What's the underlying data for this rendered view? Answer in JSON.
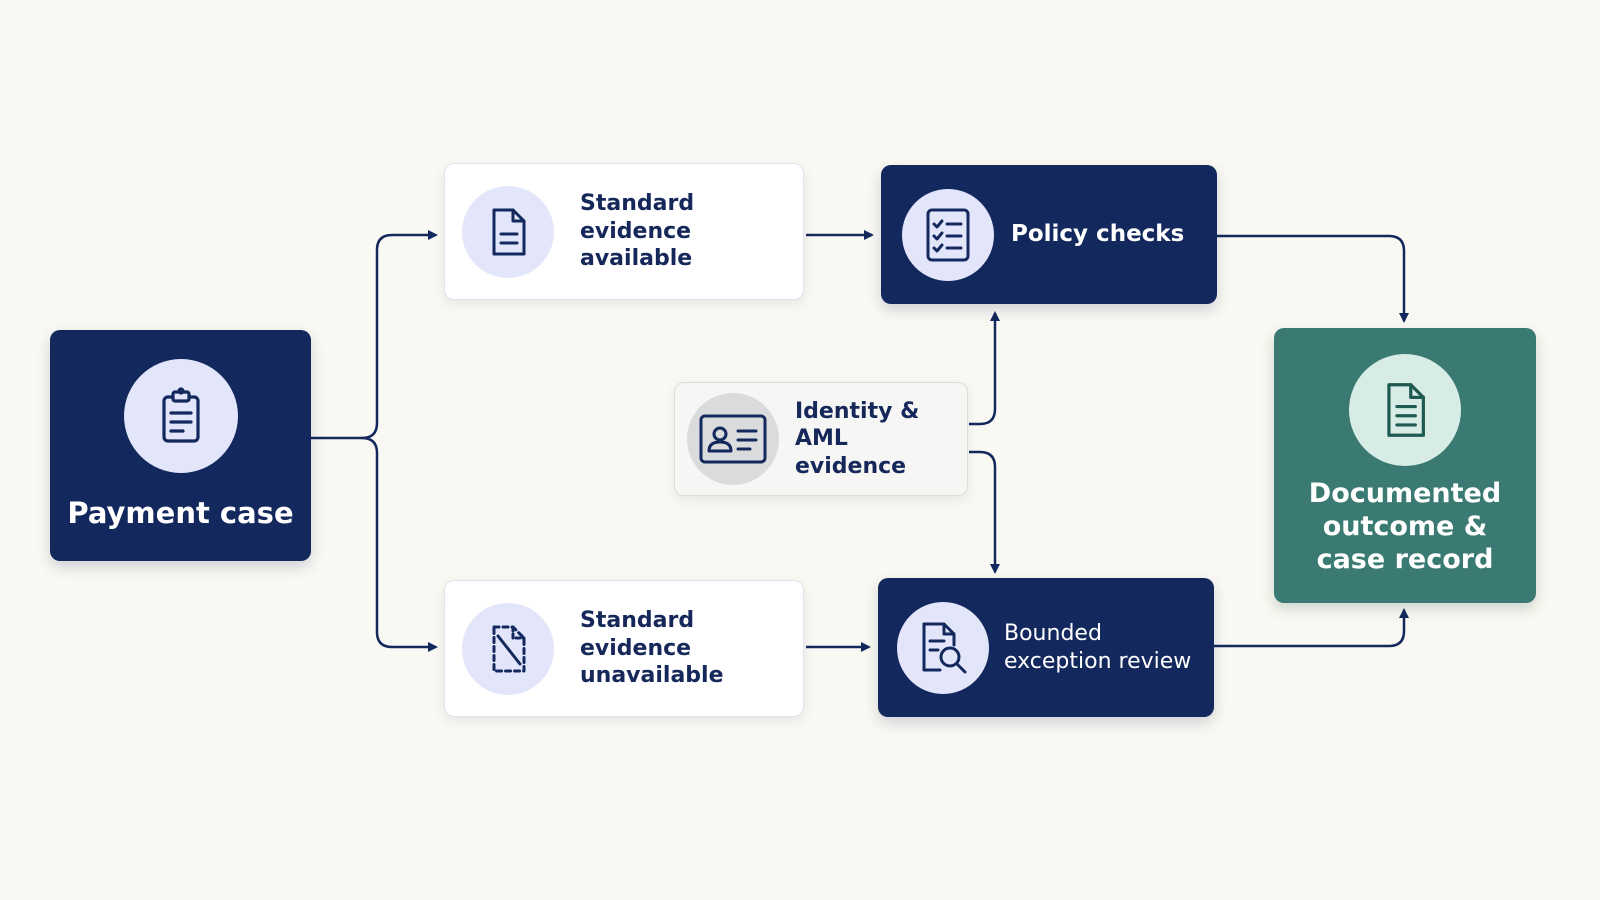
{
  "nodes": {
    "payment_case": {
      "label": "Payment case",
      "icon": "clipboard-icon"
    },
    "standard_available": {
      "label_line1": "Standard evidence",
      "label_line2": "available",
      "icon": "document-icon"
    },
    "standard_unavailable": {
      "label_line1": "Standard evidence",
      "label_line2": "unavailable",
      "icon": "missing-document-icon"
    },
    "identity_aml": {
      "label_line1": "Identity & AML",
      "label_line2": "evidence",
      "icon": "id-card-icon"
    },
    "policy_checks": {
      "label": "Policy checks",
      "icon": "checklist-icon"
    },
    "exception_review": {
      "label_line1": "Bounded",
      "label_line2": "exception review",
      "icon": "document-search-icon"
    },
    "outcome": {
      "label_line1": "Documented",
      "label_line2": "outcome &",
      "label_line3": "case record",
      "icon": "document-icon"
    }
  },
  "colors": {
    "navy": "#13285c",
    "teal": "#3a7a72",
    "background": "#faf8f2",
    "icon_lavender": "#e3e6fb"
  }
}
